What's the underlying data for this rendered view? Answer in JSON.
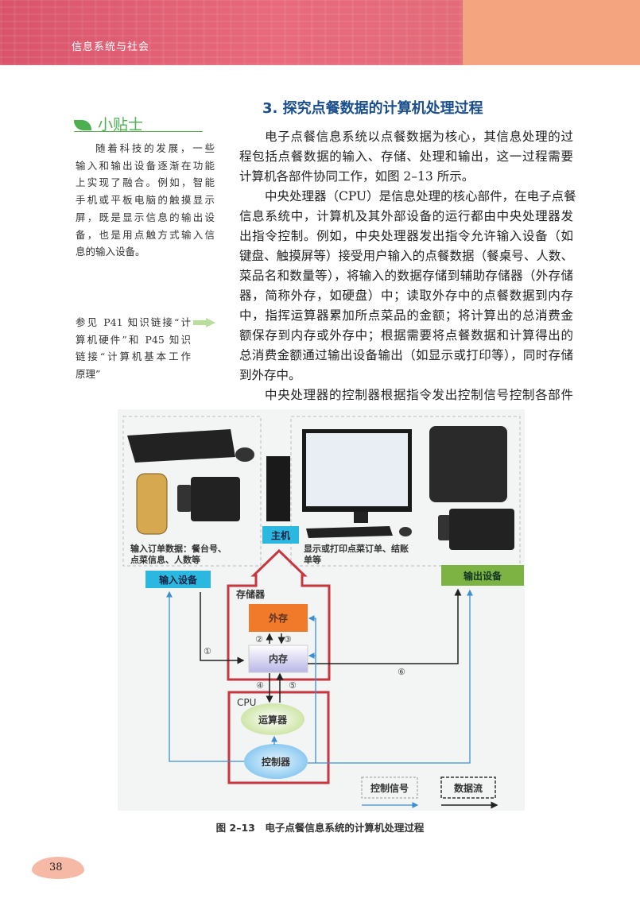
{
  "header": {
    "chapter": "信息系统与社会"
  },
  "tip": {
    "title": "小贴士",
    "lines": [
      "随着科技的发展，一些",
      "输入和输出设备逐渐在功能",
      "上实现了融合。例如，智能",
      "手机或平板电脑的触摸显示",
      "屏，既是显示信息的输出设",
      "备，也是用点触方式输入信",
      "息的输入设备。"
    ]
  },
  "link_note": {
    "lines": [
      "参见 P41 知识链接“计",
      "算机硬件”和 P45 知识",
      "链接“计算机基本工作",
      "原理”"
    ]
  },
  "section": {
    "title": "3. 探究点餐数据的计算机处理过程",
    "lines": [
      "电子点餐信息系统以点餐数据为核心，其信息处理的过",
      "程包括点餐数据的输入、存储、处理和输出，这一过程需要",
      "计算机各部件协同工作，如图 2–13 所示。",
      "中央处理器（CPU）是信息处理的核心部件，在电子点餐",
      "信息系统中，计算机及其外部设备的运行都由中央处理器发",
      "出指令控制。例如，中央处理器发出指令允许输入设备（如",
      "键盘、触摸屏等）接受用户输入的点餐数据（餐桌号、人数、",
      "菜品名和数量等），将输入的数据存储到辅助存储器（外存储",
      "器，简称外存，如硬盘）中；读取外存中的点餐数据到内存",
      "中，指挥运算器累加所点菜品的金额；将计算出的总消费金",
      "额保存到内存或外存中；根据需要将点餐数据和计算得出的",
      "总消费金额通过输出设备输出（如显示或打印等），同时存储",
      "到外存中。",
      "中央处理器的控制器根据指令发出控制信号控制各部件"
    ]
  },
  "figure": {
    "input_note": [
      "输入订单数据：餐台号、",
      "点菜信息、人数等"
    ],
    "output_note": [
      "显示或打印点菜订单、结账",
      "单等"
    ],
    "input_device": "输入设备",
    "host": "主机",
    "output_device": "输出设备",
    "storage": "存储器",
    "external": "外存",
    "internal": "内存",
    "cpu": "CPU",
    "alu": "运算器",
    "controller": "控制器",
    "steps": [
      "①",
      "②",
      "③",
      "④",
      "⑤",
      "⑥"
    ],
    "legend_control": "控制信号",
    "legend_data": "数据流",
    "caption": "图 2–13　电子点餐信息系统的计算机处理过程"
  },
  "page_number": "38",
  "colors": {
    "accent": "#1a4e8c",
    "red": "#c8363f",
    "cyan": "#2bb8e0",
    "green": "#7cb342",
    "orange": "#f07a2a"
  }
}
